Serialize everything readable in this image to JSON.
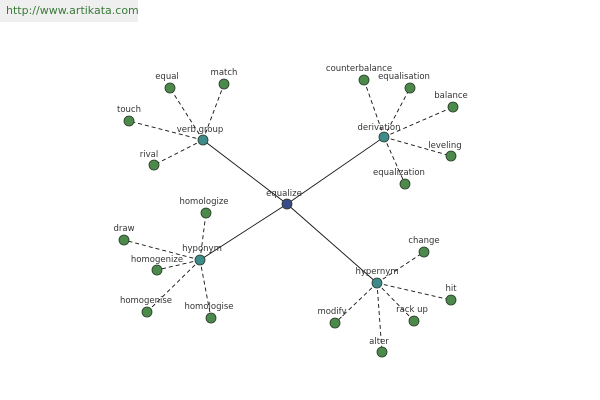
{
  "watermark": {
    "text": "http://www.artikata.com"
  },
  "colors": {
    "center_node": "#3b4a8a",
    "hub_node": "#3f8a8a",
    "leaf_node": "#4b8a4b",
    "node_stroke": "#2a3a2a",
    "solid_edge": "#111111",
    "dashed_edge": "#111111"
  },
  "graph": {
    "center": {
      "id": "equalize",
      "label": "equalize"
    },
    "hubs": [
      {
        "id": "verb-group",
        "label": "verb group",
        "leaves": [
          {
            "id": "equal",
            "label": "equal"
          },
          {
            "id": "match",
            "label": "match"
          },
          {
            "id": "touch",
            "label": "touch"
          },
          {
            "id": "rival",
            "label": "rival"
          }
        ]
      },
      {
        "id": "derivation",
        "label": "derivation",
        "leaves": [
          {
            "id": "counterbalance",
            "label": "counterbalance"
          },
          {
            "id": "equalisation",
            "label": "equalisation"
          },
          {
            "id": "balance",
            "label": "balance"
          },
          {
            "id": "leveling",
            "label": "leveling"
          },
          {
            "id": "equalization",
            "label": "equalization"
          }
        ]
      },
      {
        "id": "hyponym",
        "label": "hyponym",
        "leaves": [
          {
            "id": "homologize",
            "label": "homologize"
          },
          {
            "id": "draw",
            "label": "draw"
          },
          {
            "id": "homogenize",
            "label": "homogenize"
          },
          {
            "id": "homogenise",
            "label": "homogenise"
          },
          {
            "id": "homologise",
            "label": "homologise"
          }
        ]
      },
      {
        "id": "hypernym",
        "label": "hypernym",
        "leaves": [
          {
            "id": "change",
            "label": "change"
          },
          {
            "id": "hit",
            "label": "hit"
          },
          {
            "id": "rack-up",
            "label": "rack up"
          },
          {
            "id": "alter",
            "label": "alter"
          },
          {
            "id": "modify",
            "label": "modify"
          }
        ]
      }
    ]
  }
}
